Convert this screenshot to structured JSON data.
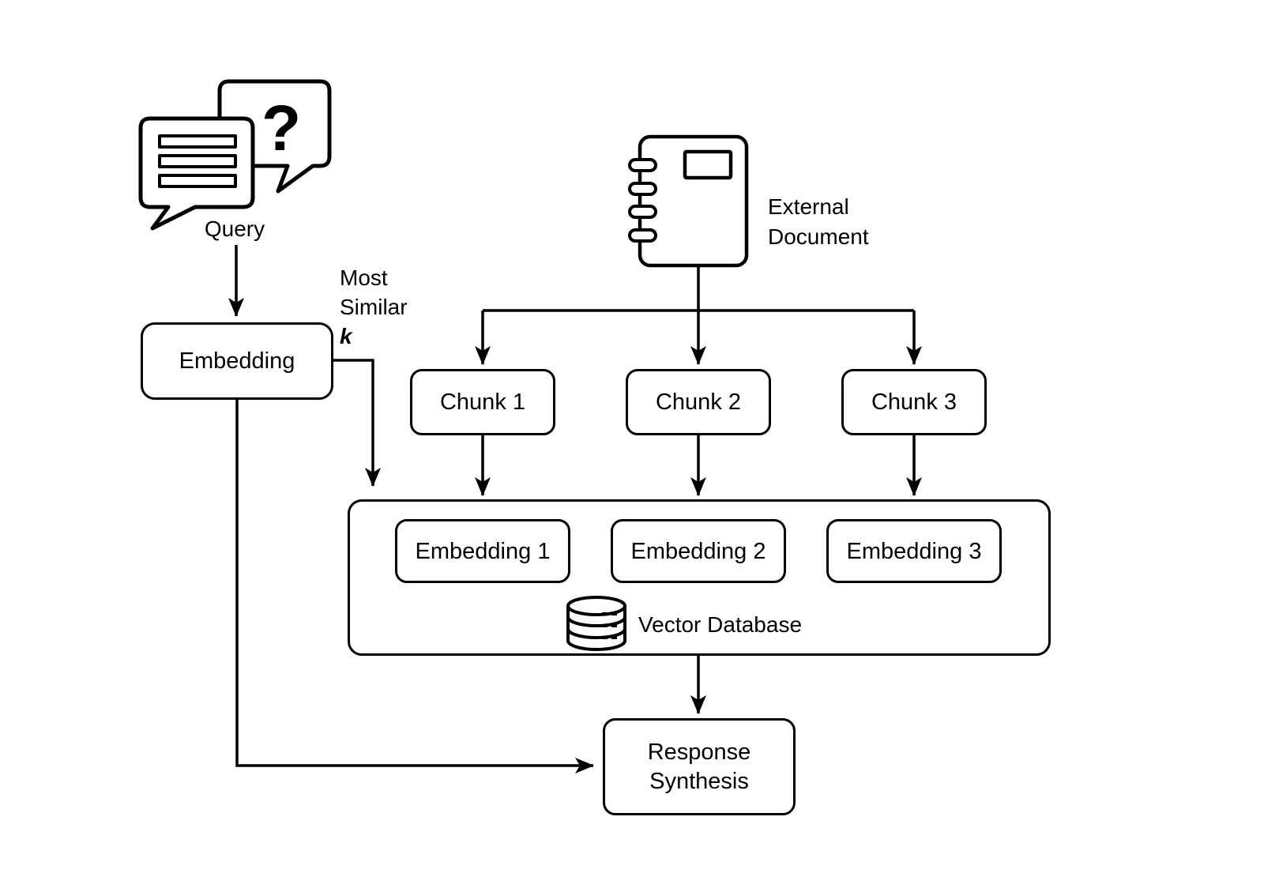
{
  "canvas": {
    "background": "#ffffff",
    "stroke_color": "#000000"
  },
  "labels": {
    "query": "Query",
    "question_mark": "?",
    "most_similar": {
      "line1": "Most",
      "line2": "Similar",
      "k": "k"
    },
    "external_document": {
      "line1": "External",
      "line2": "Document"
    },
    "vector_database": "Vector Database"
  },
  "nodes": {
    "embedding": "Embedding",
    "chunks": [
      "Chunk 1",
      "Chunk 2",
      "Chunk 3"
    ],
    "embeddings": [
      "Embedding 1",
      "Embedding 2",
      "Embedding 3"
    ],
    "response_synthesis": {
      "line1": "Response",
      "line2": "Synthesis"
    }
  }
}
